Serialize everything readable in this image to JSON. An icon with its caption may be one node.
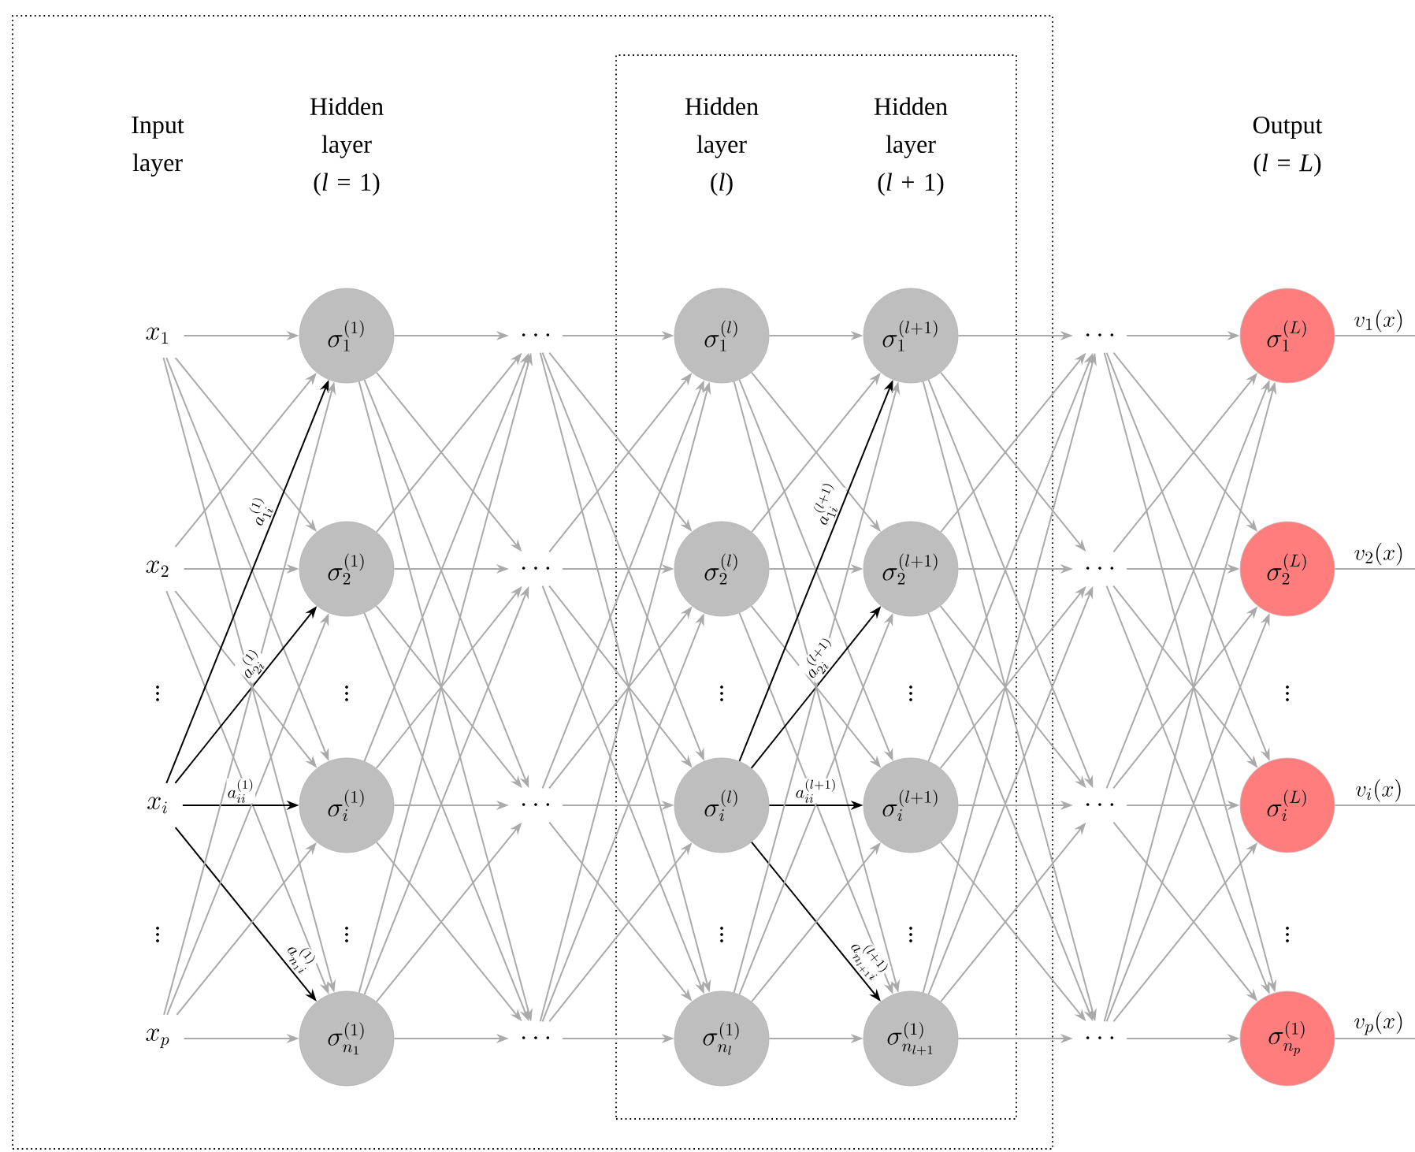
{
  "diagram": {
    "nodes": [
      {
        "text": [],
        "shape": "box"
      },
      {
        "text": [],
        "shape": "box",
        "in": 0
      },
      {
        "text": [
          "x_1"
        ],
        "in": 0
      },
      {
        "text": [
          "x_2"
        ],
        "in": 0
      },
      {
        "text": [
          "x_i"
        ],
        "in": 0
      },
      {
        "text": [
          "x_p"
        ],
        "in": 0
      },
      {
        "text": [
          "\\sigma^{(1)}_{1}"
        ],
        "in": 0
      },
      {
        "text": [
          "\\sigma^{(1)}_{2}"
        ],
        "in": 0
      },
      {
        "text": [
          "\\sigma^{(1)}_{i}"
        ],
        "in": 0
      },
      {
        "text": [
          "\\sigma^{(1)}_{n_1}"
        ],
        "in": 0
      },
      {
        "text": [
          "\\cdots"
        ],
        "in": 0
      },
      {
        "text": [
          "\\cdots"
        ],
        "in": 0
      },
      {
        "text": [
          "\\cdots"
        ],
        "in": 0
      },
      {
        "text": [
          "\\cdots"
        ],
        "in": 0
      },
      {
        "text": [
          "\\sigma^{(l)}_{1}"
        ],
        "in": 1
      },
      {
        "text": [
          "\\sigma^{(l)}_{2}"
        ],
        "in": 1
      },
      {
        "text": [
          "\\sigma^{(l)}_{i}"
        ],
        "in": 1
      },
      {
        "text": [
          "\\sigma^{(1)}_{n_l}"
        ],
        "in": 1
      },
      {
        "text": [
          "\\sigma^{(l+1)}_{1}"
        ],
        "in": 1
      },
      {
        "text": [
          "\\sigma^{(l+1)}_{2}"
        ],
        "in": 1
      },
      {
        "text": [
          "\\sigma^{(l+1)}_{i}"
        ],
        "in": 1
      },
      {
        "text": [
          "\\sigma^{(1)}_{n_{l+1}}"
        ],
        "in": 1
      },
      {
        "text": [
          "\\cdots"
        ]
      },
      {
        "text": [
          "\\cdots"
        ]
      },
      {
        "text": [
          "\\cdots"
        ]
      },
      {
        "text": [
          "\\cdots"
        ]
      },
      {
        "text": [
          "\\sigma^{(L)}_{1}"
        ]
      },
      {
        "text": [
          "\\sigma^{(L)}_{2}"
        ]
      },
      {
        "text": [
          "\\sigma^{(L)}_{i}"
        ]
      },
      {
        "text": [
          "\\sigma^{(1)}_{n_p}"
        ]
      }
    ],
    "edges": [
      {
        "from": 2,
        "to": 6,
        "arrow": "to"
      },
      {
        "from": 2,
        "to": 7,
        "arrow": "to"
      },
      {
        "from": 2,
        "to": 8,
        "arrow": "to"
      },
      {
        "from": 2,
        "to": 9,
        "arrow": "to"
      },
      {
        "from": 3,
        "to": 6,
        "arrow": "to"
      },
      {
        "from": 3,
        "to": 7,
        "arrow": "to"
      },
      {
        "from": 3,
        "to": 8,
        "arrow": "to"
      },
      {
        "from": 3,
        "to": 9,
        "arrow": "to"
      },
      {
        "from": 4,
        "to": 6,
        "arrow": "to",
        "label": "a^{(1)}_{1i}",
        "color": "#000000"
      },
      {
        "from": 4,
        "to": 7,
        "arrow": "to",
        "label": "a^{(1)}_{2i}",
        "color": "#000000"
      },
      {
        "from": 4,
        "to": 8,
        "arrow": "to",
        "label": "a^{(1)}_{ii}",
        "color": "#000000"
      },
      {
        "from": 4,
        "to": 9,
        "arrow": "to",
        "label": "a^{(1)}_{n_1 i}",
        "color": "#000000"
      },
      {
        "from": 5,
        "to": 6,
        "arrow": "to"
      },
      {
        "from": 5,
        "to": 7,
        "arrow": "to"
      },
      {
        "from": 5,
        "to": 8,
        "arrow": "to"
      },
      {
        "from": 5,
        "to": 9,
        "arrow": "to"
      },
      {
        "from": 6,
        "to": 10,
        "arrow": "to"
      },
      {
        "from": 6,
        "to": 11,
        "arrow": "to"
      },
      {
        "from": 6,
        "to": 12,
        "arrow": "to"
      },
      {
        "from": 6,
        "to": 13,
        "arrow": "to"
      },
      {
        "from": 7,
        "to": 10,
        "arrow": "to"
      },
      {
        "from": 7,
        "to": 11,
        "arrow": "to"
      },
      {
        "from": 7,
        "to": 12,
        "arrow": "to"
      },
      {
        "from": 7,
        "to": 13,
        "arrow": "to"
      },
      {
        "from": 8,
        "to": 10,
        "arrow": "to"
      },
      {
        "from": 8,
        "to": 11,
        "arrow": "to"
      },
      {
        "from": 8,
        "to": 12,
        "arrow": "to"
      },
      {
        "from": 8,
        "to": 13,
        "arrow": "to"
      },
      {
        "from": 9,
        "to": 10,
        "arrow": "to"
      },
      {
        "from": 9,
        "to": 11,
        "arrow": "to"
      },
      {
        "from": 9,
        "to": 12,
        "arrow": "to"
      },
      {
        "from": 9,
        "to": 13,
        "arrow": "to"
      },
      {
        "from": 10,
        "to": 14,
        "arrow": "to"
      },
      {
        "from": 10,
        "to": 15,
        "arrow": "to"
      },
      {
        "from": 10,
        "to": 16,
        "arrow": "to"
      },
      {
        "from": 10,
        "to": 17,
        "arrow": "to"
      },
      {
        "from": 11,
        "to": 14,
        "arrow": "to"
      },
      {
        "from": 11,
        "to": 15,
        "arrow": "to"
      },
      {
        "from": 11,
        "to": 16,
        "arrow": "to"
      },
      {
        "from": 11,
        "to": 17,
        "arrow": "to"
      },
      {
        "from": 12,
        "to": 14,
        "arrow": "to"
      },
      {
        "from": 12,
        "to": 15,
        "arrow": "to"
      },
      {
        "from": 12,
        "to": 16,
        "arrow": "to"
      },
      {
        "from": 12,
        "to": 17,
        "arrow": "to"
      },
      {
        "from": 13,
        "to": 14,
        "arrow": "to"
      },
      {
        "from": 13,
        "to": 15,
        "arrow": "to"
      },
      {
        "from": 13,
        "to": 16,
        "arrow": "to"
      },
      {
        "from": 13,
        "to": 17,
        "arrow": "to"
      },
      {
        "from": 14,
        "to": 18,
        "arrow": "to"
      },
      {
        "from": 14,
        "to": 19,
        "arrow": "to"
      },
      {
        "from": 14,
        "to": 20,
        "arrow": "to"
      },
      {
        "from": 14,
        "to": 21,
        "arrow": "to"
      },
      {
        "from": 15,
        "to": 18,
        "arrow": "to"
      },
      {
        "from": 15,
        "to": 19,
        "arrow": "to"
      },
      {
        "from": 15,
        "to": 20,
        "arrow": "to"
      },
      {
        "from": 15,
        "to": 21,
        "arrow": "to"
      },
      {
        "from": 16,
        "to": 18,
        "arrow": "to",
        "label": "a^{(l+1)}_{1i}",
        "color": "#000000"
      },
      {
        "from": 16,
        "to": 19,
        "arrow": "to",
        "label": "a^{(l+1)}_{2i}",
        "color": "#000000"
      },
      {
        "from": 16,
        "to": 20,
        "arrow": "to",
        "label": "a^{(l+1)}_{ii}",
        "color": "#000000"
      },
      {
        "from": 16,
        "to": 21,
        "arrow": "to",
        "label": "a^{(l+1)}_{n_{l+1} i}",
        "color": "#000000"
      },
      {
        "from": 17,
        "to": 18,
        "arrow": "to"
      },
      {
        "from": 17,
        "to": 19,
        "arrow": "to"
      },
      {
        "from": 17,
        "to": 20,
        "arrow": "to"
      },
      {
        "from": 17,
        "to": 21,
        "arrow": "to"
      },
      {
        "from": 18,
        "to": 22,
        "arrow": "to"
      },
      {
        "from": 18,
        "to": 23,
        "arrow": "to"
      },
      {
        "from": 18,
        "to": 24,
        "arrow": "to"
      },
      {
        "from": 18,
        "to": 25,
        "arrow": "to"
      },
      {
        "from": 19,
        "to": 22,
        "arrow": "to"
      },
      {
        "from": 19,
        "to": 23,
        "arrow": "to"
      },
      {
        "from": 19,
        "to": 24,
        "arrow": "to"
      },
      {
        "from": 19,
        "to": 25,
        "arrow": "to"
      },
      {
        "from": 20,
        "to": 22,
        "arrow": "to"
      },
      {
        "from": 20,
        "to": 23,
        "arrow": "to"
      },
      {
        "from": 20,
        "to": 24,
        "arrow": "to"
      },
      {
        "from": 20,
        "to": 25,
        "arrow": "to"
      },
      {
        "from": 21,
        "to": 22,
        "arrow": "to"
      },
      {
        "from": 21,
        "to": 23,
        "arrow": "to"
      },
      {
        "from": 21,
        "to": 24,
        "arrow": "to"
      },
      {
        "from": 21,
        "to": 25,
        "arrow": "to"
      },
      {
        "from": 22,
        "to": 26,
        "arrow": "to"
      },
      {
        "from": 22,
        "to": 27,
        "arrow": "to"
      },
      {
        "from": 22,
        "to": 28,
        "arrow": "to"
      },
      {
        "from": 22,
        "to": 29,
        "arrow": "to"
      },
      {
        "from": 23,
        "to": 26,
        "arrow": "to"
      },
      {
        "from": 23,
        "to": 27,
        "arrow": "to"
      },
      {
        "from": 23,
        "to": 28,
        "arrow": "to"
      },
      {
        "from": 23,
        "to": 29,
        "arrow": "to"
      },
      {
        "from": 24,
        "to": 26,
        "arrow": "to"
      },
      {
        "from": 24,
        "to": 27,
        "arrow": "to"
      },
      {
        "from": 24,
        "to": 28,
        "arrow": "to"
      },
      {
        "from": 24,
        "to": 29,
        "arrow": "to"
      },
      {
        "from": 25,
        "to": 26,
        "arrow": "to"
      },
      {
        "from": 25,
        "to": 27,
        "arrow": "to"
      },
      {
        "from": 25,
        "to": 28,
        "arrow": "to"
      },
      {
        "from": 25,
        "to": 29,
        "arrow": "to"
      },
      {
        "from": 26,
        "to": null,
        "arrow": "none",
        "label": "v_1(x)"
      },
      {
        "from": 27,
        "to": null,
        "arrow": "none",
        "label": "v_2(x)"
      },
      {
        "from": 28,
        "to": null,
        "arrow": "none",
        "label": "v_i(x)"
      },
      {
        "from": 29,
        "to": null,
        "arrow": "none",
        "label": "v_p(x)"
      }
    ],
    "labels": [
      "Input layer",
      "Hidden layer (*l* = 1)",
      "Hidden layer (*l*)",
      "Hidden layer (*l* + 1)",
      "Output (*l* = *L*)",
      "\\vdots",
      "\\vdots",
      "\\vdots",
      "\\vdots",
      "\\vdots",
      "\\vdots",
      "\\vdots",
      "\\vdots",
      "\\vdots",
      "\\vdots"
    ]
  }
}
